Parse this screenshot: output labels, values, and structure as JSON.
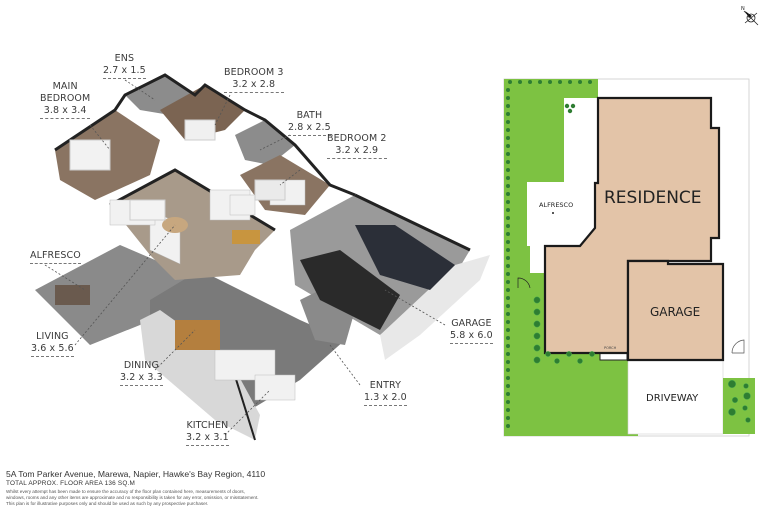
{
  "rooms": [
    {
      "id": "ens",
      "name": "ENS",
      "dim": "2.7 x 1.5"
    },
    {
      "id": "main-bedroom",
      "name": "MAIN BEDROOM",
      "name_line1": "MAIN",
      "name_line2": "BEDROOM",
      "dim": "3.8 x 3.4"
    },
    {
      "id": "bedroom-3",
      "name": "BEDROOM 3",
      "dim": "3.2 x 2.8"
    },
    {
      "id": "bath",
      "name": "BATH",
      "dim": "2.8 x 2.5"
    },
    {
      "id": "bedroom-2",
      "name": "BEDROOM 2",
      "dim": "3.2 x 2.9"
    },
    {
      "id": "alfresco",
      "name": "ALFRESCO",
      "dim": ""
    },
    {
      "id": "living",
      "name": "LIVING",
      "dim": "3.6 x 5.6"
    },
    {
      "id": "dining",
      "name": "DINING",
      "dim": "3.2 x 3.3"
    },
    {
      "id": "kitchen",
      "name": "KITCHEN",
      "dim": "3.2 x 3.1"
    },
    {
      "id": "entry",
      "name": "ENTRY",
      "dim": "1.3 x 2.0"
    },
    {
      "id": "garage",
      "name": "GARAGE",
      "dim": "5.8 x 6.0"
    }
  ],
  "site_plan": {
    "residence_label": "RESIDENCE",
    "garage_label": "GARAGE",
    "alfresco_label": "ALFRESCO",
    "driveway_label": "DRIVEWAY",
    "porch_label": "PORCH",
    "colors": {
      "lawn": "#7dc242",
      "shrub": "#2e7d32",
      "building": "#e3c4a8",
      "wall": "#1a1a1a"
    }
  },
  "compass": {
    "label": "N"
  },
  "footer": {
    "address": "5A Tom Parker Avenue, Marewa, Napier, Hawke's Bay Region, 4110",
    "floor_area": "TOTAL APPROX. FLOOR AREA 136 SQ.M",
    "disclaimer_1": "Whilst every attempt has been made to ensure the accuracy of the floor plan contained here, measurements of doors,",
    "disclaimer_2": "windows, rooms and any other items are approximate and no responsibility is taken for any error, omission, or misstatement.",
    "disclaimer_3": "This plan is for illustrative purposes only and should be used as such by any prospective purchaser."
  }
}
